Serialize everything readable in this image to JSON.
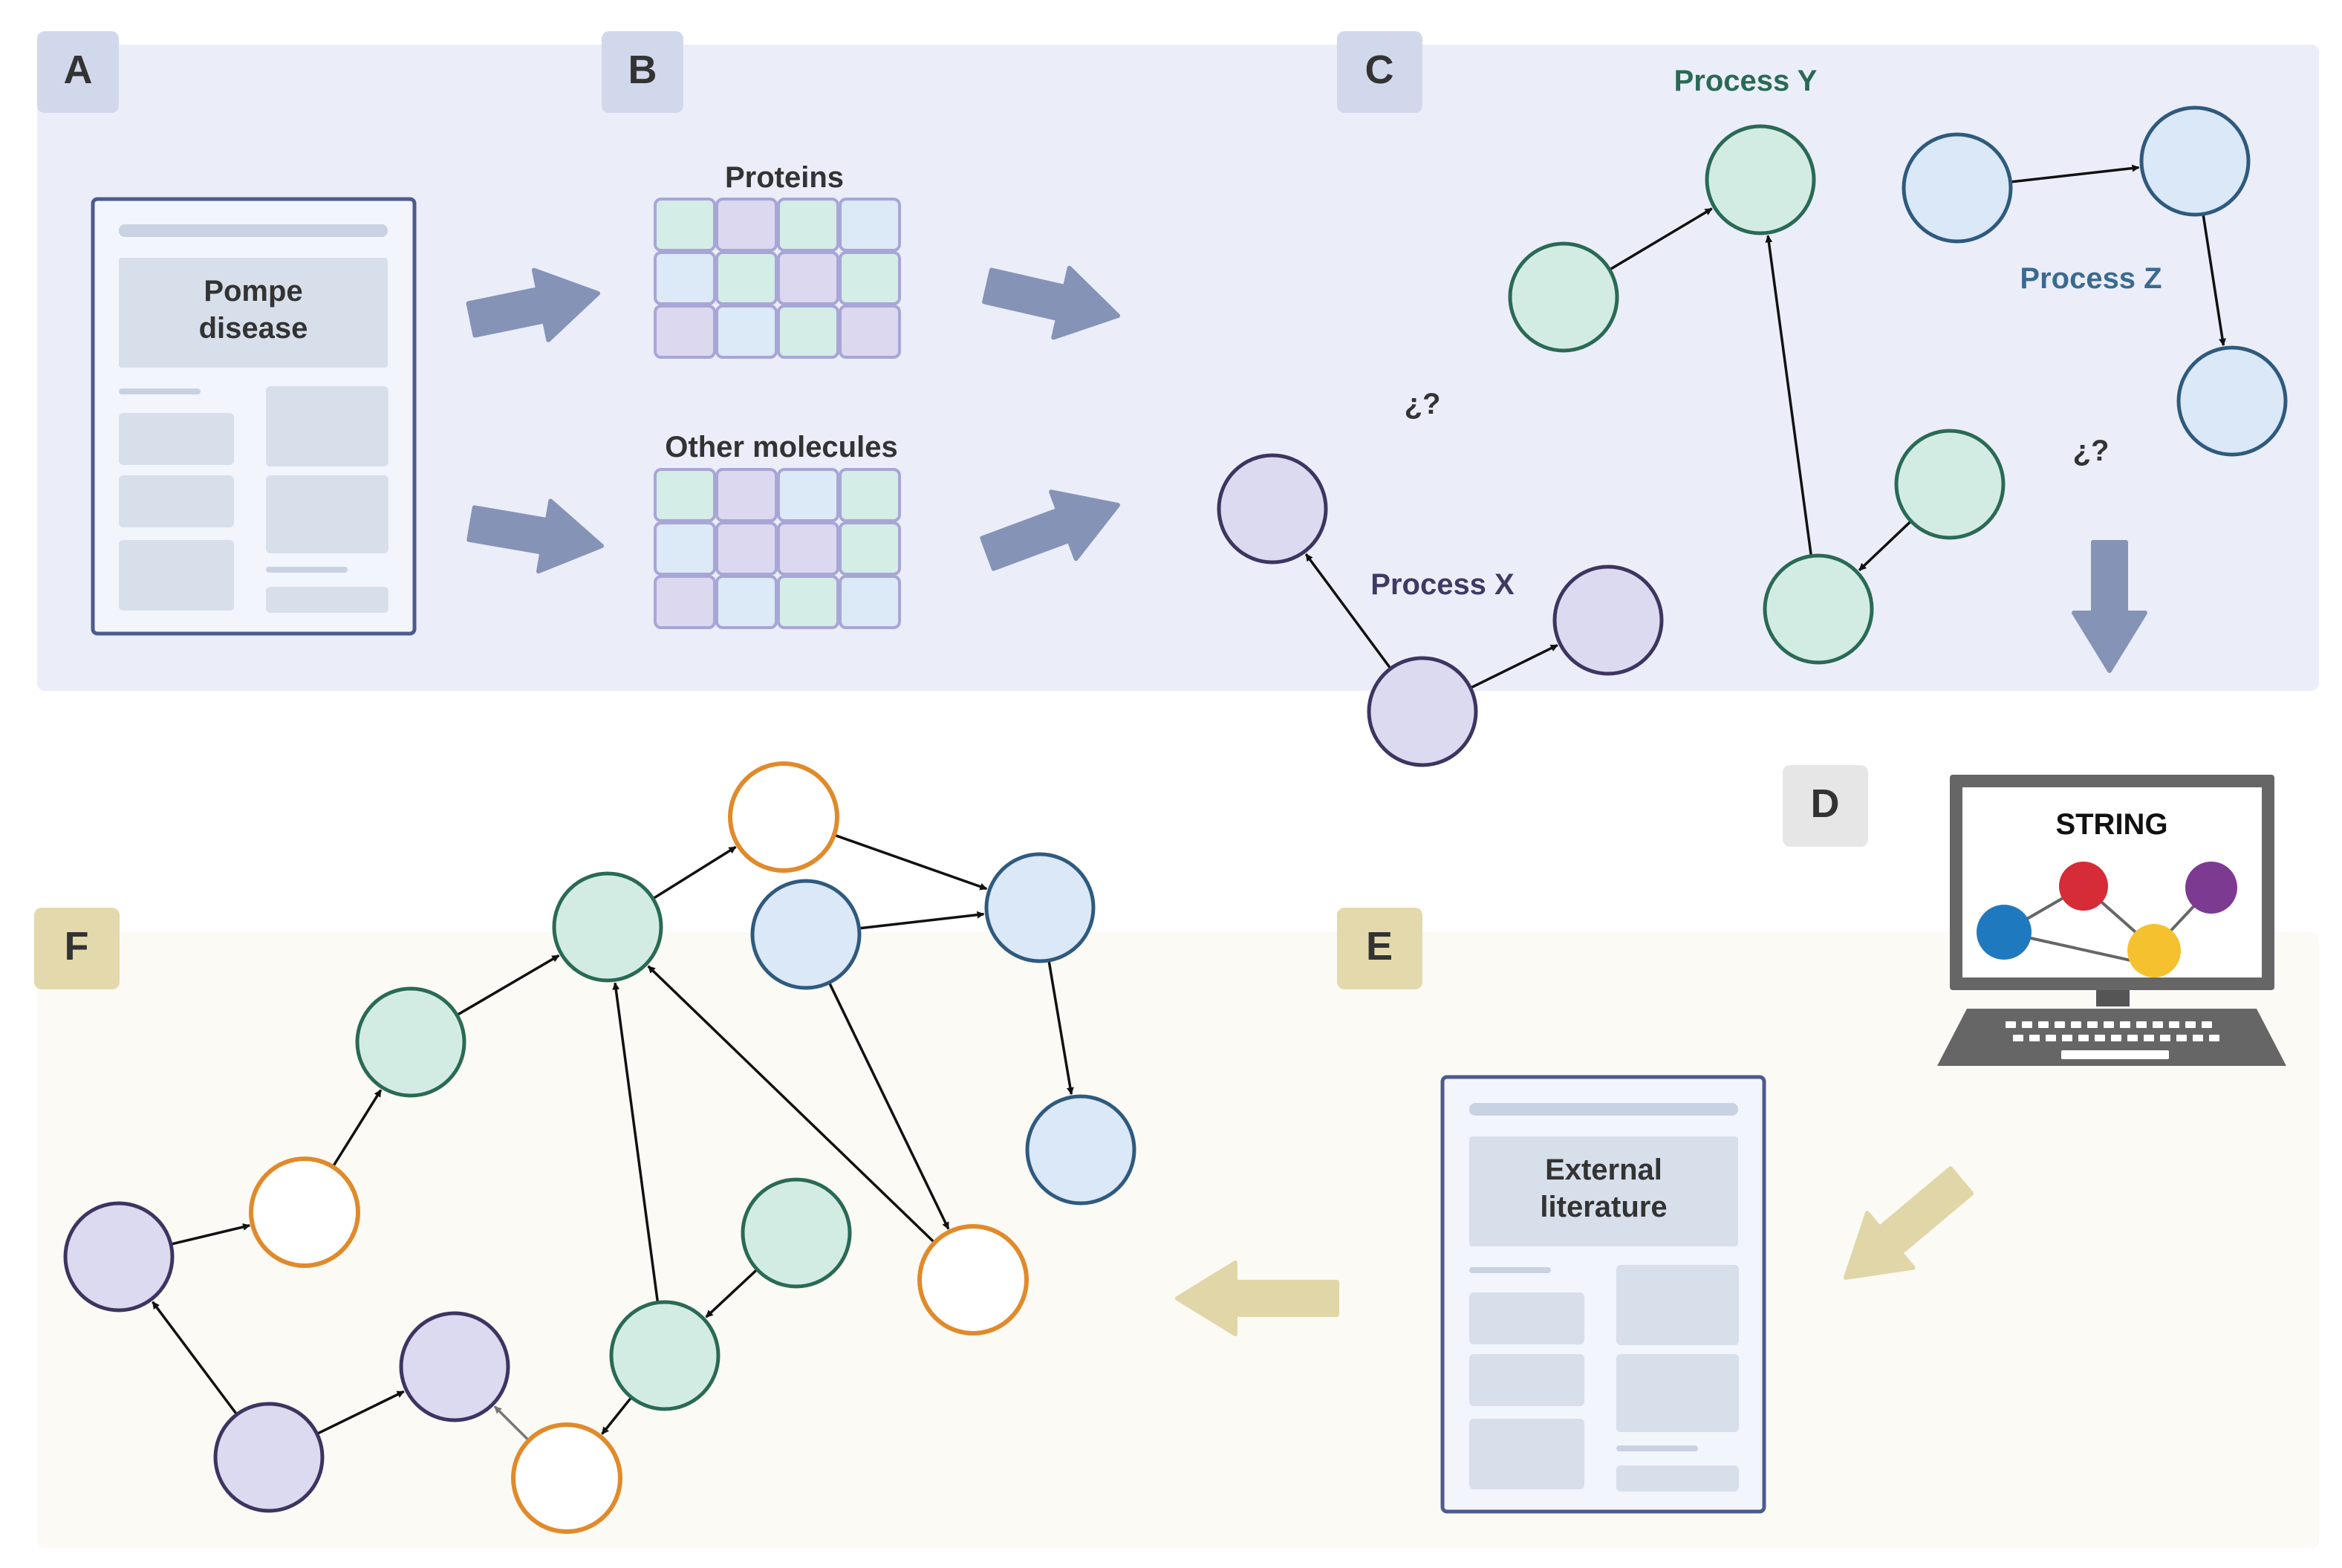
{
  "panels": {
    "a": "A",
    "b": "B",
    "c": "C",
    "d": "D",
    "e": "E",
    "f": "F"
  },
  "doc_a": {
    "title_line1": "Pompe",
    "title_line2": "disease"
  },
  "doc_e": {
    "title_line1": "External",
    "title_line2": "literature"
  },
  "grid_labels": {
    "proteins": "Proteins",
    "other": "Other molecules"
  },
  "process_labels": {
    "x": "Process X",
    "y": "Process Y",
    "z": "Process Z"
  },
  "question_marks": {
    "q1": "¿?",
    "q2": "¿?"
  },
  "laptop": {
    "screen_title": "STRING"
  },
  "colors": {
    "panel_top_bg": "#ebeef9",
    "panel_bottom_bg": "#fcfaf5",
    "badge_top": "#d2d8ec",
    "badge_d": "#e6e6e6",
    "badge_bottom": "#e3d9ad",
    "arrow_blue": "#8593b7",
    "arrow_tan": "#e0d6a8",
    "purple_fill": "#dcdaf0",
    "purple_stroke": "#3d3560",
    "green_fill": "#d2ece4",
    "green_stroke": "#2a6a55",
    "blue_fill": "#dbe8f7",
    "blue_stroke": "#2f5a7e",
    "orange_stroke": "#e08a2a",
    "label_x": "#3f3a63",
    "label_y": "#2a6a55",
    "label_z": "#3b6a90",
    "string_blue": "#1f79bf",
    "string_red": "#d62c37",
    "string_purple": "#7c3a90",
    "string_yellow": "#f6c12f"
  }
}
